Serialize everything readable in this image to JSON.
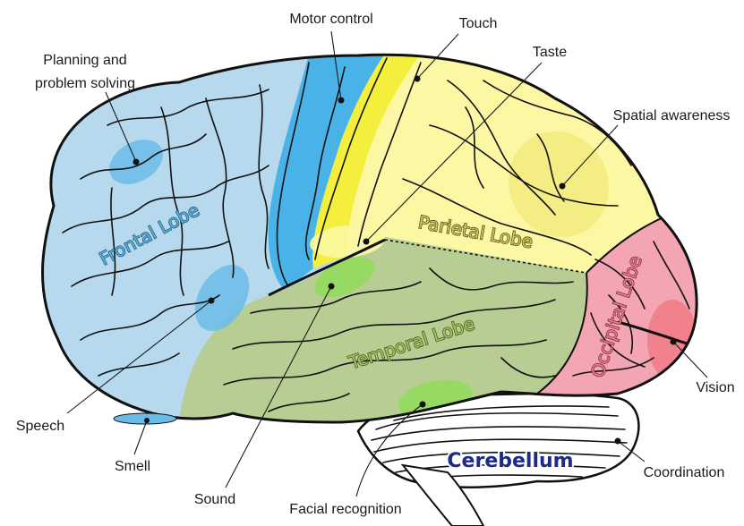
{
  "lobes": {
    "frontal": "Frontal Lobe",
    "parietal": "Parietal Lobe",
    "temporal": "Temporal Lobe",
    "occipital": "Occipital Lobe",
    "cerebellum": "Cerebellum"
  },
  "functions": {
    "planning_line1": "Planning and",
    "planning_line2": "problem solving",
    "motor": "Motor control",
    "touch": "Touch",
    "taste": "Taste",
    "spatial": "Spatial awareness",
    "speech": "Speech",
    "smell": "Smell",
    "sound": "Sound",
    "facial": "Facial recognition",
    "coordination": "Coordination",
    "vision": "Vision"
  },
  "colors": {
    "frontal": "#b7d9ee",
    "motor": "#49b3e8",
    "touch": "#f3ef3c",
    "parietal": "#fbf7a3",
    "temporal": "#b8cd93",
    "temporal_spot": "#8fdc5c",
    "occipital": "#f3a5b3",
    "vision_spot": "#f07a86",
    "cerebellum": "#ffffff",
    "frontal_label_fill": "#5fa9cf",
    "frontal_label_stroke": "#1f5f85",
    "parietal_label_fill": "#c9c35a",
    "parietal_label_stroke": "#4a4716",
    "temporal_label_fill": "#a8c25f",
    "temporal_label_stroke": "#3e5119",
    "occipital_label_fill": "#e47a8c",
    "occipital_label_stroke": "#7b2535",
    "cerebellum_label": "#1c2a8a"
  }
}
